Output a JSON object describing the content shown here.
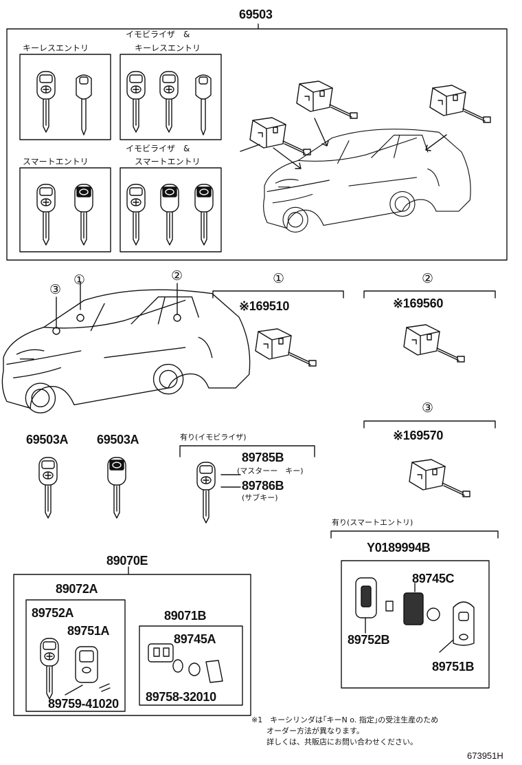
{
  "main_set": {
    "part_no": "69503",
    "keyless_entry": "キーレスエントリ",
    "immobilizer_keyless_1": "イモビライザ　&",
    "immobilizer_keyless_2": "キーレスエントリ",
    "smart_entry": "スマートエントリ",
    "immobilizer_smart_1": "イモビライザ　&",
    "immobilizer_smart_2": "スマートエントリ"
  },
  "locations": {
    "loc1": "①",
    "loc2": "②",
    "loc3": "③"
  },
  "cylinders": [
    {
      "circle": "①",
      "part_no": "※169510"
    },
    {
      "circle": "②",
      "part_no": "※169560"
    },
    {
      "circle": "③",
      "part_no": "※169570"
    }
  ],
  "keys": {
    "a1": "69503A",
    "a2": "69503A"
  },
  "immobilizer_group": {
    "header": "有り(イモビライザ)",
    "master_no": "89785B",
    "master_label": "(マスターー　キー)",
    "sub_no": "89786B",
    "sub_label": "(サブキー)"
  },
  "transmitter_set": {
    "no": "89070E",
    "sub_no": "89072A",
    "key_no": "89752A",
    "cover_no": "89751A",
    "screw_no": "89759-41020",
    "pack_no": "89071B",
    "module_no": "89745A",
    "battery_no": "89758-32010"
  },
  "smart_group": {
    "header": "有り(スマートエントリ)",
    "no": "Y0189994B",
    "module_no": "89745C",
    "key_no": "89752B",
    "cover_no": "89751B"
  },
  "footnote": {
    "line1": "※1　キーシリンダは｢キーN o. 指定｣の受注生産のため",
    "line2": "オーダー方法が異なります。",
    "line3": "詳しくは、共販店にお問い合わせください。"
  },
  "figure_code": "673951H"
}
